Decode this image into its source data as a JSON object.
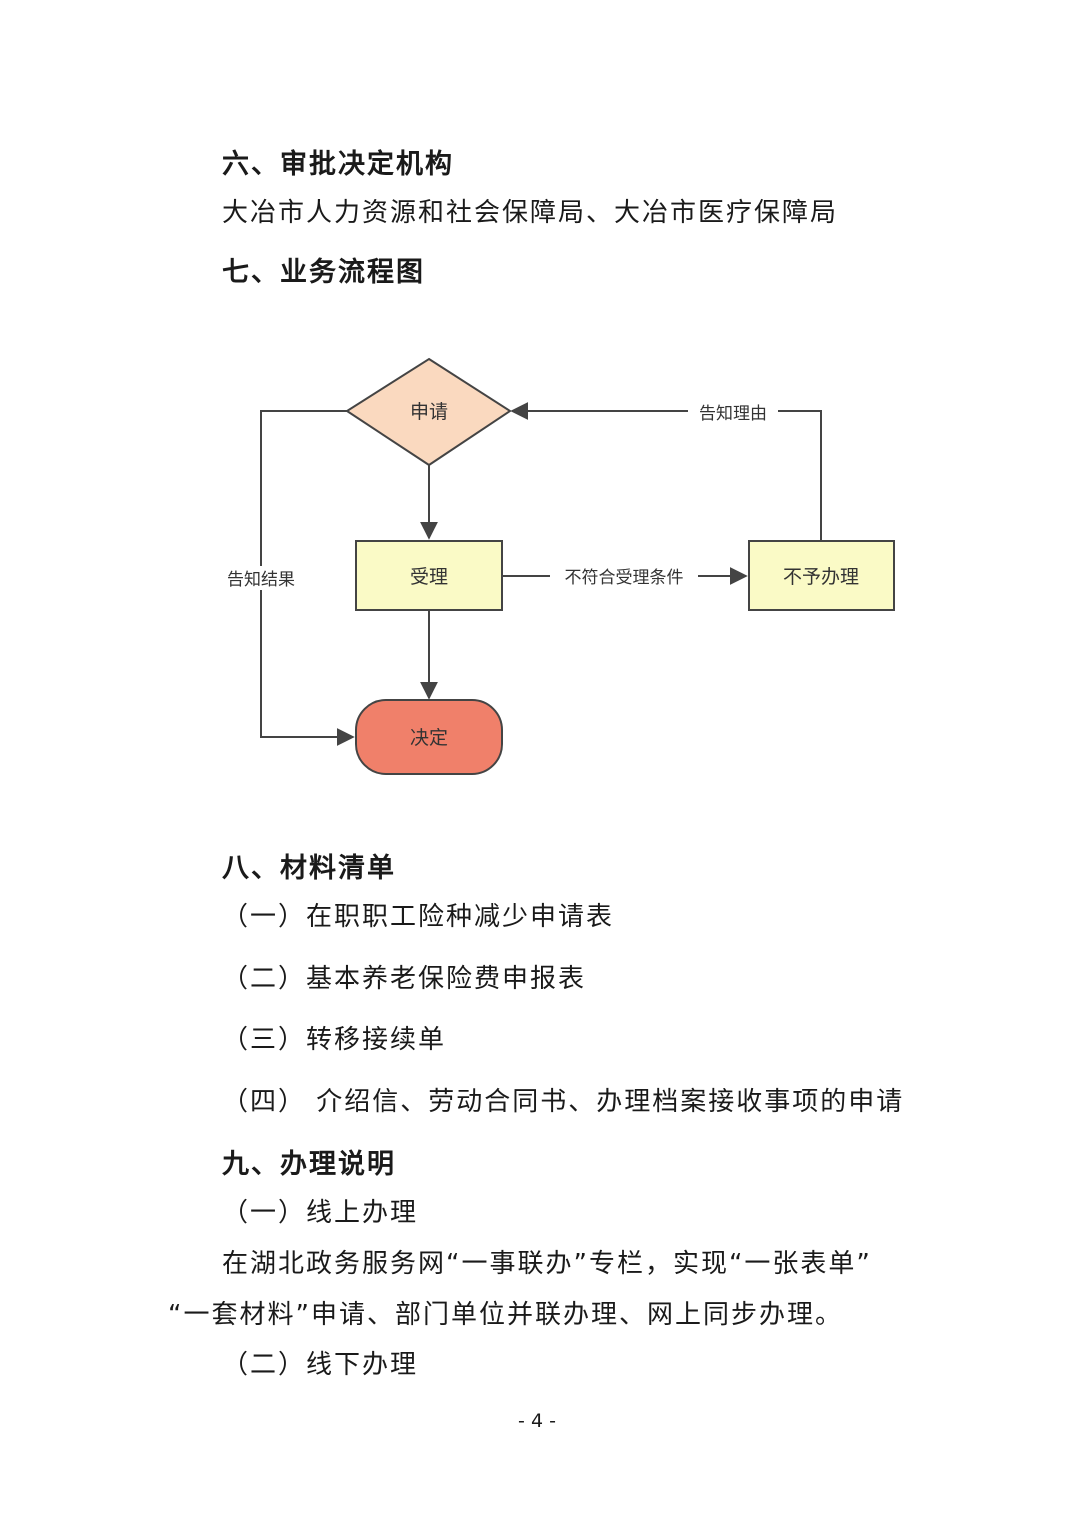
{
  "sections": {
    "s6_title": "六、审批决定机构",
    "s6_body": "大冶市人力资源和社会保障局、大冶市医疗保障局",
    "s7_title": "七、业务流程图",
    "s8_title": "八、材料清单",
    "s8_items": [
      "（一）在职职工险种减少申请表",
      "（二）基本养老保险费申报表",
      "（三）转移接续单",
      "（四） 介绍信、劳动合同书、办理档案接收事项的申请"
    ],
    "s9_title": "九、办理说明",
    "s9_online_title": "（一）线上办理",
    "s9_online_body_1": "在湖北政务服务网“一事联办”专栏，实现“一张表单”",
    "s9_online_body_2": "“一套材料”申请、部门单位并联办理、网上同步办理。",
    "s9_offline_title": "（二）线下办理"
  },
  "flowchart": {
    "apply": "申请",
    "accept": "受理",
    "reject": "不予办理",
    "decide": "决定",
    "edge_not_eligible": "不符合受理条件",
    "edge_notify_reason": "告知理由",
    "edge_notify_result": "告知结果",
    "colors": {
      "apply_fill": "#fad9bf",
      "accept_fill": "#fafac6",
      "decide_fill": "#f0806a",
      "line": "#444444"
    }
  },
  "page_number": "- 4 -"
}
